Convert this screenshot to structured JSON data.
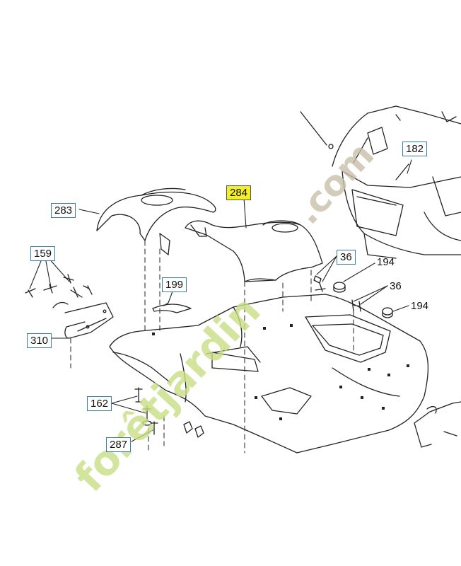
{
  "callouts": {
    "c182": "182",
    "c283": "283",
    "c284": "284",
    "c159": "159",
    "c199": "199",
    "c310": "310",
    "c162": "162",
    "c287": "287"
  },
  "labels": {
    "l36a": "36",
    "l36b": "36",
    "l194a": "194",
    "l194b": "194"
  },
  "watermark": {
    "main": "forêtjardin",
    "domain": ".com"
  },
  "colors": {
    "highlight": "#f3ee2a",
    "callout_border": "#3a7fa6",
    "watermark_green": "#c9df84",
    "watermark_grey": "#c9c0aa"
  }
}
